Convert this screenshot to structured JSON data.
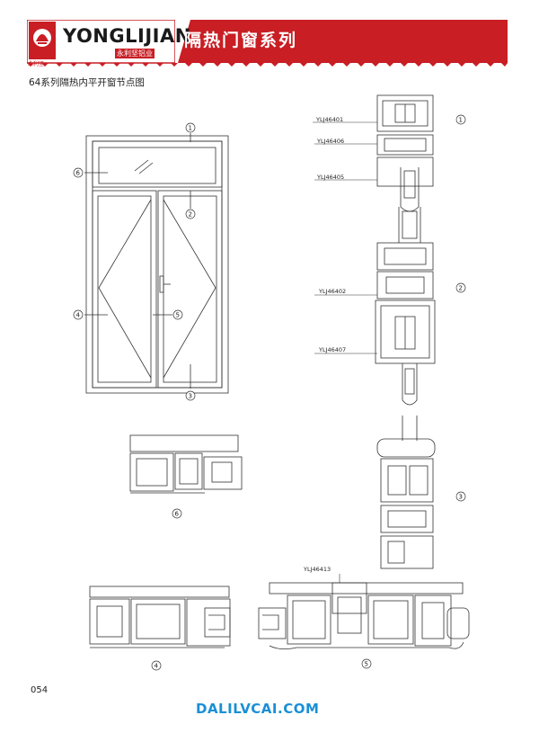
{
  "header": {
    "brand_en": "YONGLIJIAN",
    "brand_cn": "永利坚铝业",
    "logo_cn": "永利坚",
    "series_title": "隔热门窗系列",
    "brand_color": "#c81e24"
  },
  "page_title": "64系列隔热内平开窗节点图",
  "elevation_callouts": [
    "1",
    "2",
    "3",
    "4",
    "5",
    "6"
  ],
  "profiles": [
    "YLJ46401",
    "YLJ46406",
    "YLJ46405",
    "YLJ46402",
    "YLJ46407",
    "YLJ46413"
  ],
  "section_labels": [
    "1",
    "2",
    "3",
    "6",
    "4",
    "5"
  ],
  "page_number": "054",
  "watermark": "DALILVCAI.COM"
}
